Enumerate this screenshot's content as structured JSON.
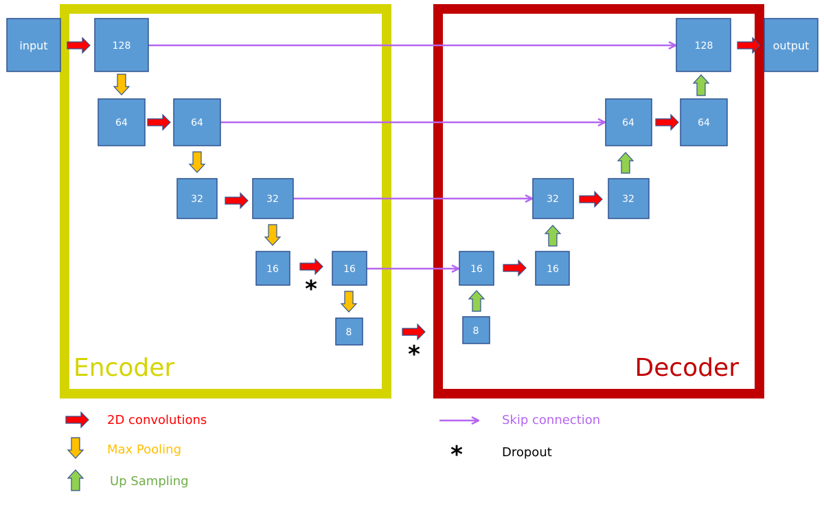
{
  "colors": {
    "box_fill": "#5b9bd5",
    "box_stroke": "#2f528f",
    "encoder_frame": "#d4d400",
    "decoder_frame": "#c00000",
    "conv_arrow": "#ff0000",
    "pool_arrow": "#ffc000",
    "up_arrow": "#92d050",
    "skip_arrow": "#b565f0",
    "dropout": "#000000",
    "conv_text": "#ff0000",
    "pool_text": "#ffc000",
    "up_text": "#70ad47",
    "skip_text": "#b565f0",
    "dropout_text": "#000000"
  },
  "frames": {
    "encoder": "Encoder",
    "decoder": "Decoder"
  },
  "io": {
    "input": "input",
    "output": "output"
  },
  "encoder_blocks": {
    "e128": "128",
    "e64a": "64",
    "e64b": "64",
    "e32a": "32",
    "e32b": "32",
    "e16a": "16",
    "e16b": "16",
    "e8": "8"
  },
  "decoder_blocks": {
    "d8": "8",
    "d16a": "16",
    "d16b": "16",
    "d32a": "32",
    "d32b": "32",
    "d64a": "64",
    "d64b": "64",
    "d128": "128"
  },
  "dropout_symbol": "*",
  "legend": {
    "conv": "2D convolutions",
    "pool": "Max Pooling",
    "up": "Up Sampling",
    "skip": "Skip connection",
    "dropout": "Dropout"
  }
}
